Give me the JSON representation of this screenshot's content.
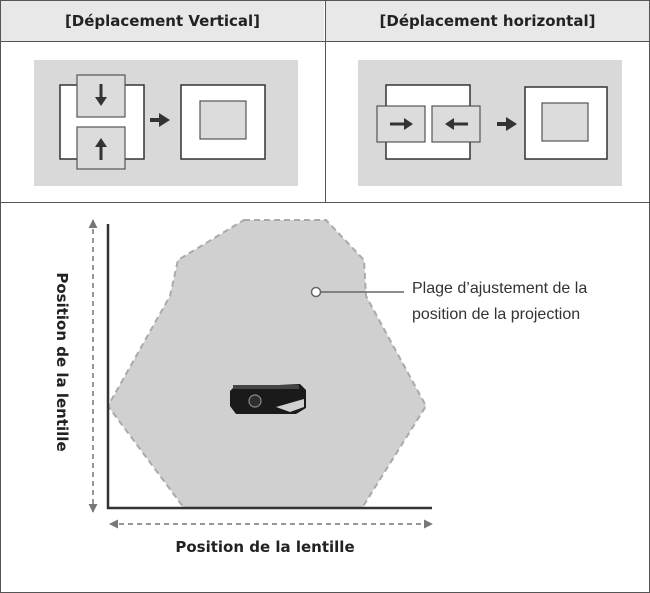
{
  "headers": {
    "vertical": "[Déplacement Vertical]",
    "horizontal": "[Déplacement horizontal]"
  },
  "range_annotation": "Plage d’ajustement de la position de la projection",
  "axis_labels": {
    "y": "Position de la lentille",
    "x": "Position de la lentille"
  },
  "colors": {
    "border": "#555555",
    "header_fill": "#e8e8e8",
    "panel_fill": "#d9d9d9",
    "range_fill": "#d0d0d0",
    "range_outline": "#aaaaaa",
    "arrow": "#333333"
  }
}
